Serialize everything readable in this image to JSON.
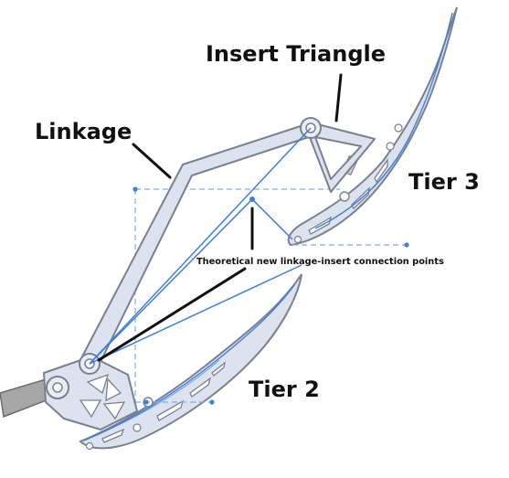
{
  "labels": {
    "insert_triangle": "Insert Triangle",
    "linkage": "Linkage",
    "tier3": "Tier 3",
    "tier2": "Tier 2",
    "connection_points": "Theoretical new linkage-insert connection points"
  },
  "colors": {
    "part_fill": "#dde3ee",
    "part_stroke": "#7a8090",
    "blue_line": "#3d7fdb",
    "dashed_line": "#7aaee8",
    "callout": "#111111",
    "pivot_fill": "#e8ecf3",
    "dark_shaft": "#8c8c8c"
  }
}
